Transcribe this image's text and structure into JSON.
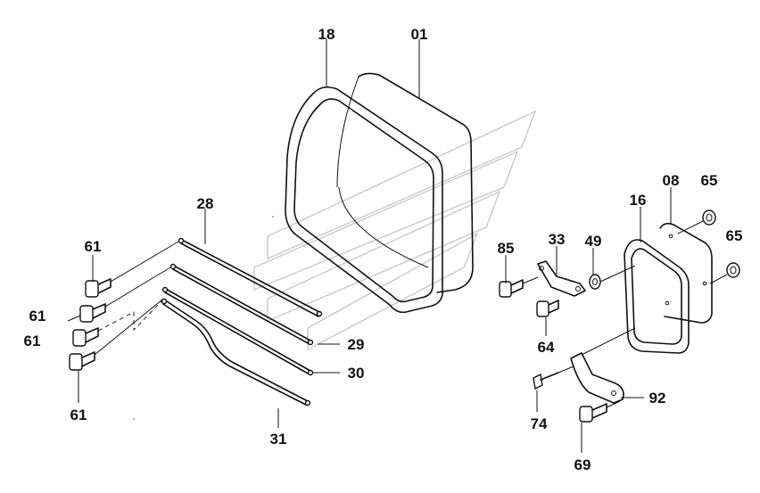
{
  "callouts": {
    "c18": "18",
    "c01": "01",
    "c28": "28",
    "c61a": "61",
    "c61b": "61",
    "c61c": "61",
    "c61d": "61",
    "c29": "29",
    "c30": "30",
    "c31": "31",
    "c85": "85",
    "c33": "33",
    "c49": "49",
    "c64": "64",
    "c16": "16",
    "c08": "08",
    "c65a": "65",
    "c65b": "65",
    "c74": "74",
    "c92": "92",
    "c69": "69"
  }
}
